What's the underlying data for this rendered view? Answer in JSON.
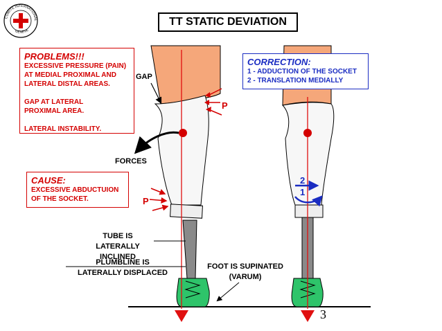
{
  "logo": {
    "icon": "red-cross-seal-icon",
    "text": "COMITE INTERNATIONAL · GENEVE",
    "cross_color": "#d40000"
  },
  "title": "TT STATIC DEVIATION",
  "problems": {
    "heading": "PROBLEMS!!!",
    "lines": [
      "EXCESSIVE PRESSURE (PAIN)",
      "AT MEDIAL PROXIMAL AND",
      "LATERAL DISTAL AREAS.",
      "",
      "GAP AT LATERAL",
      "PROXIMAL AREA.",
      "",
      "LATERAL INSTABILITY."
    ]
  },
  "cause": {
    "heading": "CAUSE:",
    "lines": [
      "EXCESSIVE ABDUCTUION",
      "OF THE SOCKET."
    ]
  },
  "correction": {
    "heading": "CORRECTION:",
    "lines": [
      "1 - ADDUCTION OF THE SOCKET",
      "2 - TRANSLATION  MEDIALLY"
    ]
  },
  "labels": {
    "gap": "GAP",
    "pressure_upper": "P",
    "pressure_lower": "P",
    "forces": "FORCES",
    "tube_line1": "TUBE IS LATERALLY",
    "tube_line2": "INCLINED",
    "plumb_line1": "PLUMBLINE IS",
    "plumb_line2": "LATERALLY DISPLACED",
    "foot_line1": "FOOT IS SUPINATED",
    "foot_line2": "(VARUM)",
    "step_1": "1",
    "step_2": "2"
  },
  "page_number": "3",
  "colors": {
    "skin": "#f5a77a",
    "socket": "#f5f5f5",
    "tube": "#8a8a8a",
    "foot": "#2ec46a",
    "plumbline": "#e01010",
    "problem_red": "#d40000",
    "correction_blue": "#1a2cc2"
  }
}
